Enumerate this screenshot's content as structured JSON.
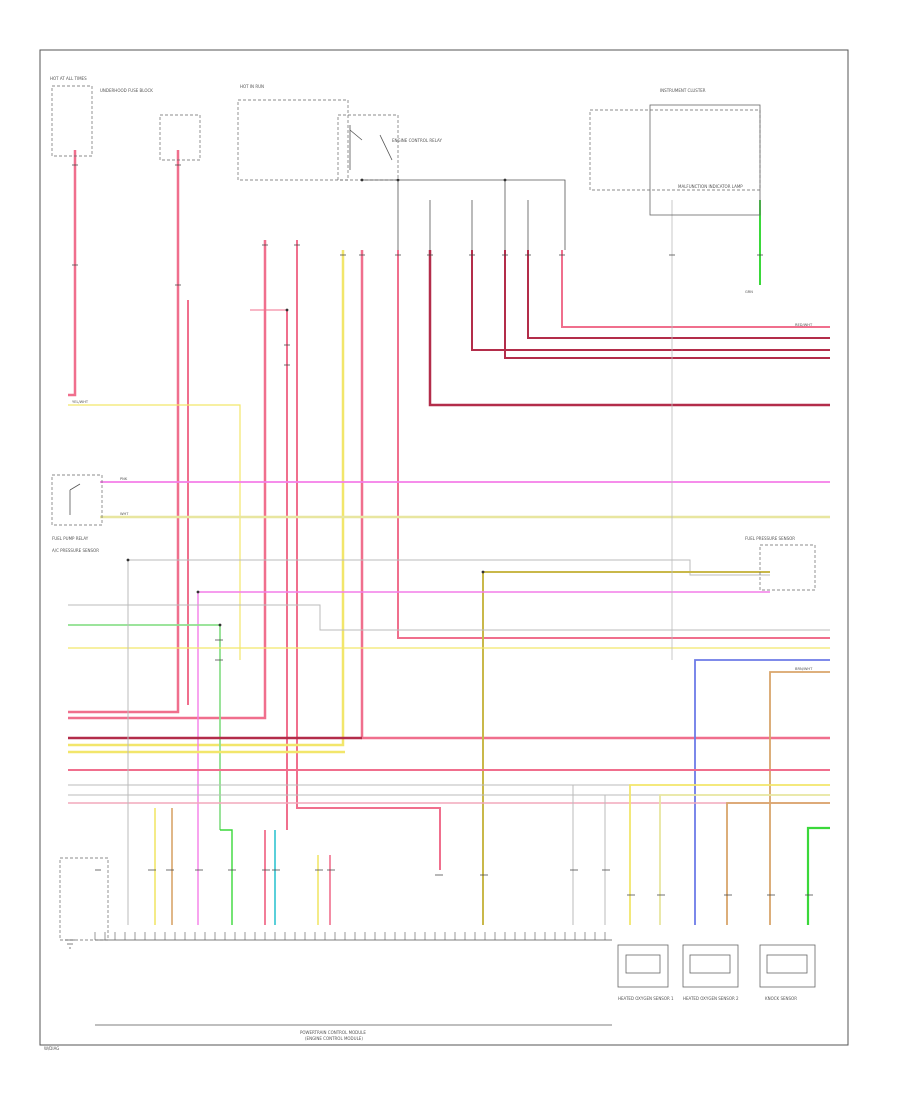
{
  "diagram": {
    "top_labels": [
      {
        "id": "hot-at-all-times",
        "text": "HOT AT ALL TIMES"
      },
      {
        "id": "underhood-fuse-block",
        "text": "UNDERHOOD FUSE BLOCK"
      },
      {
        "id": "hot-in-run",
        "text": "HOT IN RUN"
      },
      {
        "id": "engine-control-relay",
        "text": "ENGINE CONTROL RELAY"
      },
      {
        "id": "instrument-cluster",
        "text": "INSTRUMENT CLUSTER"
      },
      {
        "id": "malfunction-indicator",
        "text": "MALFUNCTION INDICATOR LAMP"
      },
      {
        "id": "fuel-pressure-sensor",
        "text": "FUEL PRESSURE SENSOR"
      }
    ],
    "bottom_labels": {
      "ecm_title": "POWERTRAIN CONTROL MODULE",
      "ecm_subtitle": "(ENGINE CONTROL MODULE)",
      "corner_code": "W/DIAG"
    },
    "left_components": [
      {
        "id": "fuel-pump-relay",
        "text": "FUEL PUMP RELAY"
      },
      {
        "id": "ac-pressure-sensor",
        "text": "A/C PRESSURE SENSOR"
      }
    ],
    "bottom_components": [
      {
        "id": "oxygen-sensor-1",
        "text": "HEATED OXYGEN SENSOR 1"
      },
      {
        "id": "oxygen-sensor-2",
        "text": "HEATED OXYGEN SENSOR 2"
      },
      {
        "id": "knock-sensor",
        "text": "KNOCK SENSOR"
      }
    ],
    "wire_codes": {
      "yel_wht": "YEL/WHT",
      "pnk": "PNK",
      "wht": "WHT",
      "red_wht": "RED/WHT",
      "brn_wht": "BRN/WHT",
      "grn": "GRN"
    },
    "colors": {
      "pink": "#f06f8d",
      "red": "#b32d4a",
      "light_pink": "#f2a8bb",
      "yellow": "#f2e66b",
      "pale_yellow": "#e8e6a0",
      "magenta": "#f47de8",
      "green": "#3ad83a",
      "light_green": "#8fe08f",
      "blue": "#6d7be8",
      "gray": "#bbbbbb",
      "tan": "#d9a56b",
      "olive": "#c9b84a",
      "cyan": "#47cbd6",
      "frame": "#555555"
    }
  }
}
